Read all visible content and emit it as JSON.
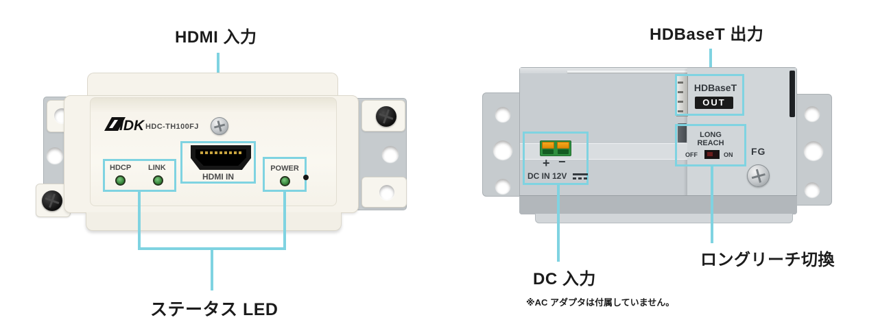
{
  "callouts": {
    "hdmi_input": "HDMI 入力",
    "hdbaset_output": "HDBaseT 出力",
    "status_led": "ステータス LED",
    "long_reach_switch": "ロングリーチ切換",
    "dc_input": "DC 入力",
    "dc_note": "※AC アダプタは付属していません。"
  },
  "front_panel": {
    "brand": "IDK",
    "model": "HDC-TH100FJ",
    "hdmi_port_label": "HDMI IN",
    "leds": [
      {
        "label": "HDCP"
      },
      {
        "label": "LINK"
      },
      {
        "label": "POWER"
      }
    ]
  },
  "rear_panel": {
    "hdbaset_label": "HDBaseT",
    "hdbaset_port_label": "OUT",
    "long_reach_line1": "LONG",
    "long_reach_line2": "REACH",
    "switch_off": "OFF",
    "switch_on": "ON",
    "fg_label": "FG",
    "dc_plus": "+",
    "dc_minus": "−",
    "dc_in_label": "DC IN 12V"
  },
  "colors": {
    "highlight_cyan": "#7fd3e1",
    "led_green": "#2f7d33",
    "terminal_orange": "#f0980f",
    "terminal_green": "#2f8f3f",
    "front_plate": "#f6f3eb",
    "rear_body": "#c8cdd1"
  }
}
